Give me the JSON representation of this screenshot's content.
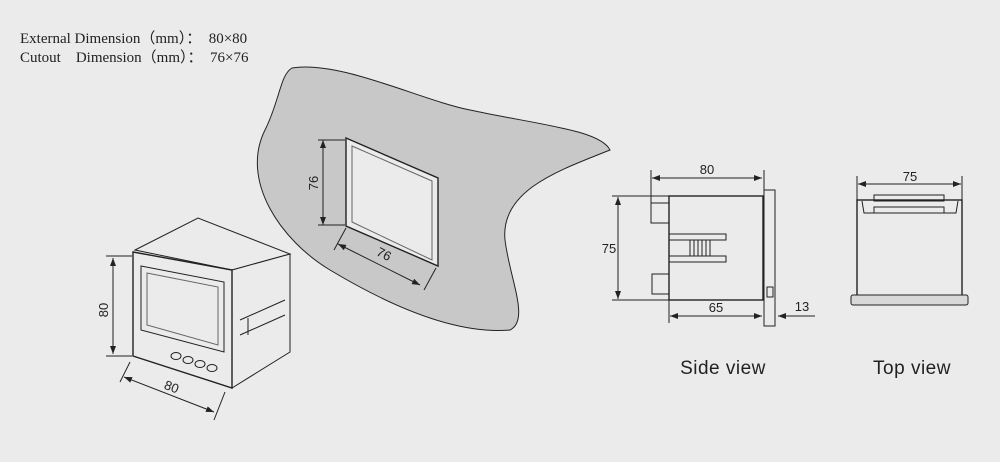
{
  "specs": {
    "external": "External Dimension（mm）：  80×80",
    "cutout": "Cutout    Dimension（mm）：  76×76"
  },
  "cutout_view": {
    "height_label": "76",
    "width_label": "76"
  },
  "iso_view": {
    "height_label": "80",
    "width_label": "80"
  },
  "side_view": {
    "caption": "Side view",
    "width_label": "80",
    "height_label": "75",
    "depth_label": "65",
    "panel_label": "13"
  },
  "top_view": {
    "caption": "Top view",
    "width_label": "75"
  },
  "colors": {
    "background": "#ebebeb",
    "panel": "#c8c8c8",
    "line": "#222222"
  }
}
